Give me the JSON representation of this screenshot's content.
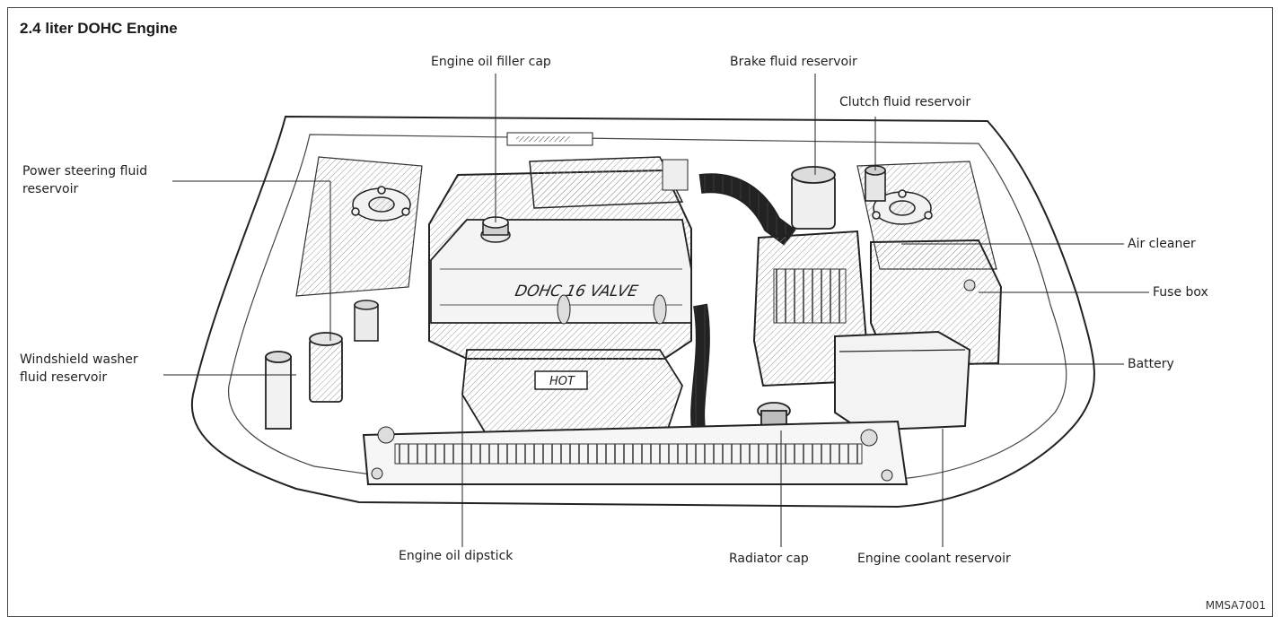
{
  "title": "2.4 liter DOHC Engine",
  "figure_code": "MMSA7001",
  "engine_marking": "DOHC 16 VALVE",
  "cover_marking": "HOT",
  "labels": {
    "oil_filler_cap": "Engine oil filler cap",
    "brake_fluid": "Brake fluid reservoir",
    "clutch_fluid": "Clutch fluid reservoir",
    "power_steering_line1": "Power steering fluid",
    "power_steering_line2": "reservoir",
    "washer_line1": "Windshield washer",
    "washer_line2": "fluid reservoir",
    "air_cleaner": "Air cleaner",
    "fuse_box": "Fuse box",
    "battery": "Battery",
    "oil_dipstick": "Engine oil dipstick",
    "radiator_cap": "Radiator cap",
    "coolant_reservoir": "Engine coolant reservoir"
  }
}
